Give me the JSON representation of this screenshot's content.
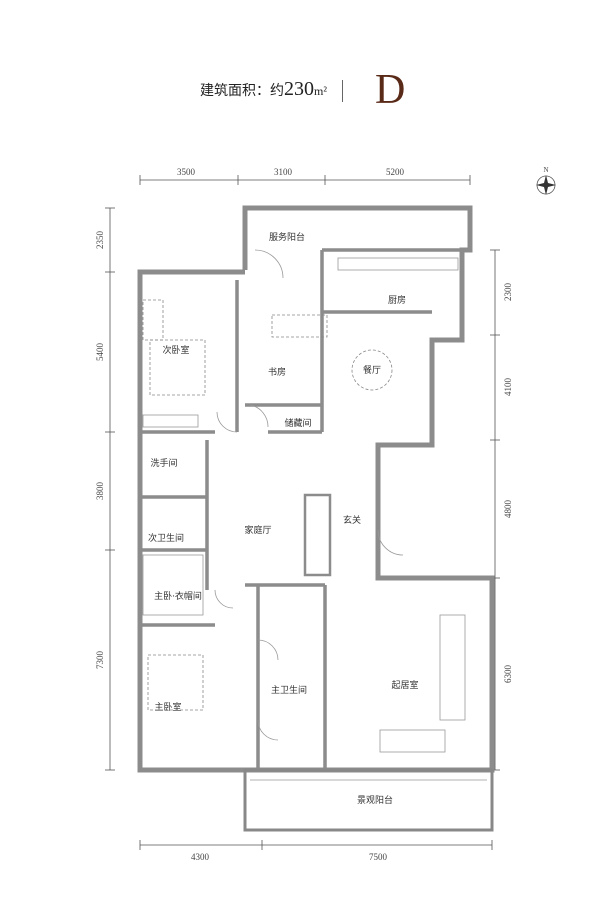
{
  "header": {
    "area_label": "建筑面积：约",
    "area_value": "230",
    "area_unit": "m²",
    "plan_type": "D"
  },
  "compass": {
    "north_label": "N"
  },
  "rooms": {
    "service_balcony": "服务阳台",
    "kitchen": "厨房",
    "second_bedroom": "次卧室",
    "study": "书房",
    "dining": "餐厅",
    "storage": "储藏间",
    "powder_room": "洗手间",
    "foyer": "玄关",
    "second_bathroom": "次卫生间",
    "family_hall": "家庭厅",
    "master_closet": "主卧·衣帽间",
    "master_bathroom": "主卫生间",
    "living_room": "起居室",
    "master_bedroom": "主卧室",
    "view_balcony": "景观阳台"
  },
  "dimensions": {
    "top": [
      "3500",
      "3100",
      "5200"
    ],
    "left": [
      "2350",
      "5400",
      "3800",
      "7300"
    ],
    "right": [
      "2300",
      "4100",
      "4800",
      "6300"
    ],
    "bottom": [
      "4300",
      "7500"
    ]
  },
  "colors": {
    "wall": "#8c8c8c",
    "accent": "#5a2a18"
  }
}
